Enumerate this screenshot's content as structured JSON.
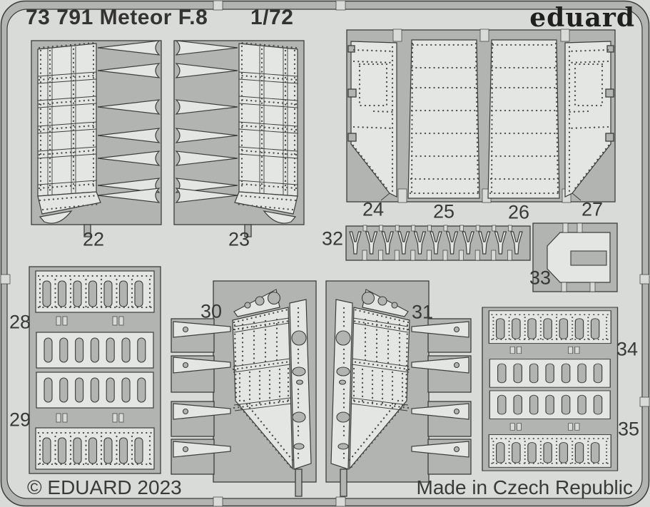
{
  "header": {
    "catalog_number": "73 791",
    "kit_name": "Meteor F.8",
    "scale": "1/72",
    "brand": "eduard"
  },
  "footer": {
    "copyright": "© EDUARD 2023",
    "made_in": "Made in Czech Republic"
  },
  "sheet_type": "photo-etched fret diagram",
  "parts": [
    {
      "number": "22"
    },
    {
      "number": "23"
    },
    {
      "number": "24"
    },
    {
      "number": "25"
    },
    {
      "number": "26"
    },
    {
      "number": "27"
    },
    {
      "number": "28"
    },
    {
      "number": "29"
    },
    {
      "number": "30"
    },
    {
      "number": "31"
    },
    {
      "number": "32"
    },
    {
      "number": "33"
    },
    {
      "number": "34"
    },
    {
      "number": "35"
    }
  ],
  "colors": {
    "bg": "#d9dbd8",
    "fret": "#b2b4b1",
    "part": "#e4e6e3",
    "outline": "#3c3c3c",
    "dot": "#4d4d4d",
    "text": "#333333",
    "brand": "#1f1f1f"
  }
}
